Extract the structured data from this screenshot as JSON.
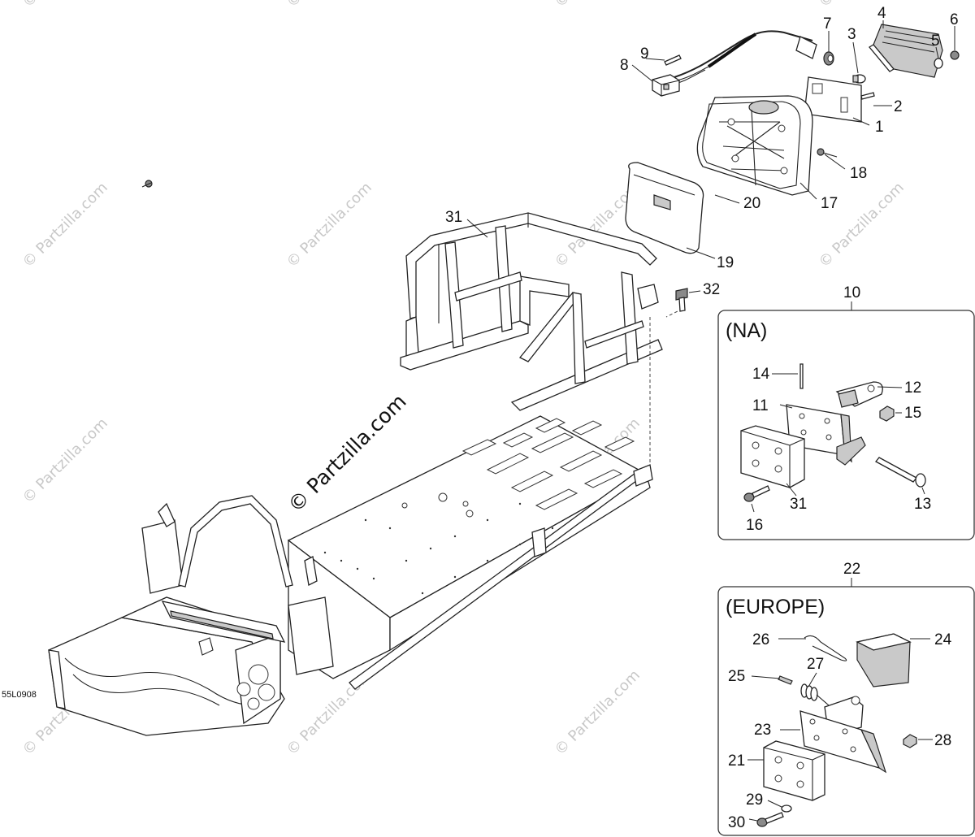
{
  "drawing_code": "55L0908",
  "watermark": "© Partzilla.com",
  "boxes": {
    "na": {
      "title": "(NA)",
      "group_callout": "10"
    },
    "europe": {
      "title": "(EUROPE)",
      "group_callout": "22"
    }
  },
  "callouts": {
    "c1": "1",
    "c2": "2",
    "c3": "3",
    "c4": "4",
    "c5": "5",
    "c6": "6",
    "c7": "7",
    "c8": "8",
    "c9": "9",
    "c11": "11",
    "c12": "12",
    "c13": "13",
    "c14": "14",
    "c15": "15",
    "c16": "16",
    "c17": "17",
    "c18": "18",
    "c19": "19",
    "c20": "20",
    "c21": "21",
    "c23": "23",
    "c24": "24",
    "c25": "25",
    "c26": "26",
    "c27": "27",
    "c28": "28",
    "c29": "29",
    "c30": "30",
    "c31a": "31",
    "c31b": "31",
    "c32": "32"
  }
}
